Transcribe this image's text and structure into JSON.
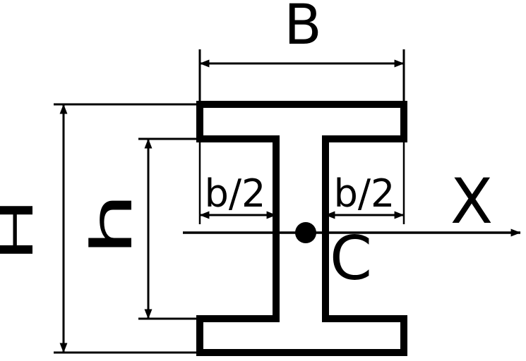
{
  "figure": {
    "labels": {
      "flange_width": "B",
      "total_height": "H",
      "web_height": "h",
      "half_flange_left": "b/2",
      "half_flange_right": "b/2",
      "axis_x": "X",
      "centroid": "C"
    },
    "colors": {
      "line": "#000000",
      "background": "#ffffff"
    }
  }
}
